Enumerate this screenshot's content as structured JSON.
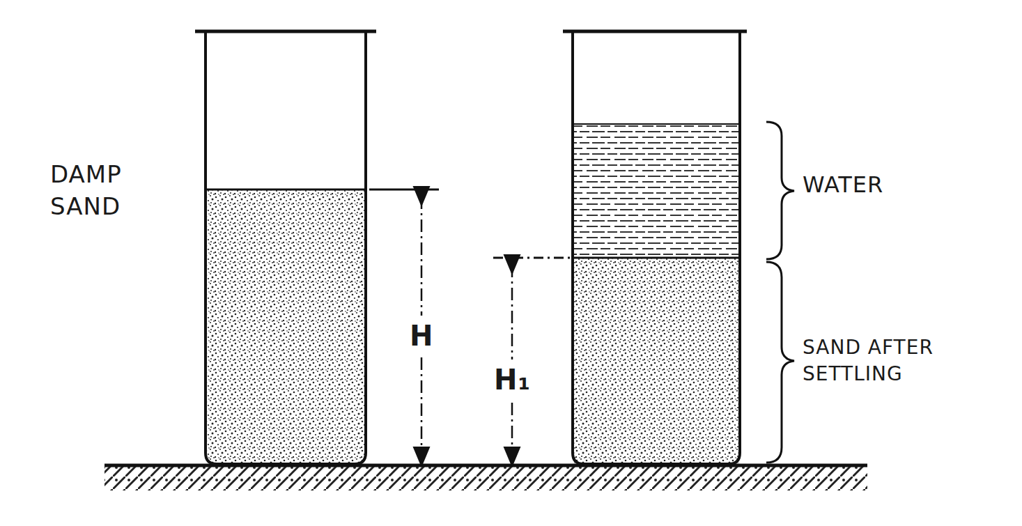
{
  "diagram": {
    "labels": [
      "DAMP SAND",
      "H",
      "H₁",
      "WATER",
      "SAND AFTER SETTLING"
    ]
  }
}
